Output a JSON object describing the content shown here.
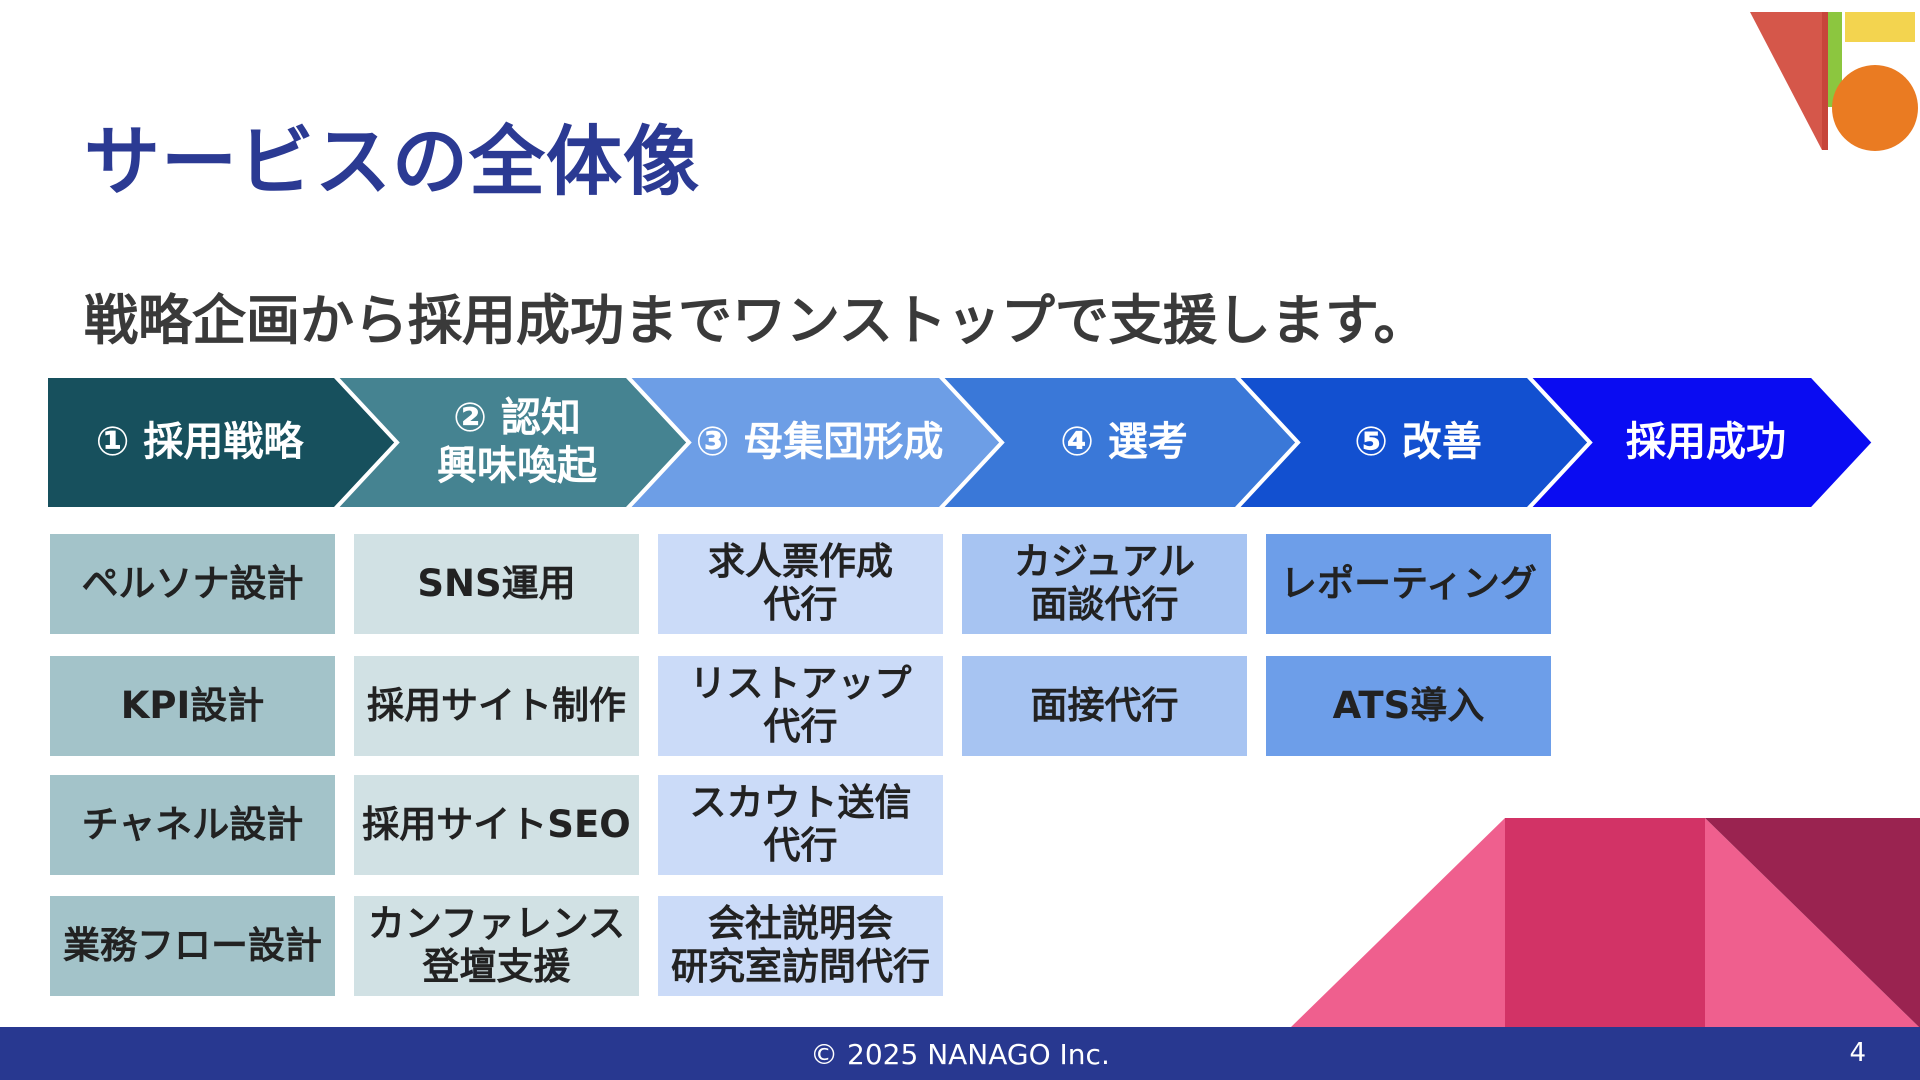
{
  "slide": {
    "title": "サービスの全体像",
    "subtitle": "戦略企画から採用成功までワンストップで支援します。",
    "page_number": "4"
  },
  "flow": {
    "stages": [
      {
        "label": "① 採用戦略",
        "color": "#17505d"
      },
      {
        "label": "② 認知\n興味喚起",
        "color": "#458391"
      },
      {
        "label": "③ 母集団形成",
        "color": "#6d9ee6"
      },
      {
        "label": "④ 選考",
        "color": "#3a78d8"
      },
      {
        "label": "⑤ 改善",
        "color": "#1250d0"
      },
      {
        "label": "採用成功",
        "color": "#0a0cf2"
      }
    ]
  },
  "services": {
    "columns": [
      {
        "color": "#a3c3c9",
        "items": [
          "ペルソナ設計",
          "KPI設計",
          "チャネル設計",
          "業務フロー設計"
        ]
      },
      {
        "color": "#d1e1e4",
        "items": [
          "SNS運用",
          "採用サイト制作",
          "採用サイトSEO",
          "カンファレンス\n登壇支援"
        ]
      },
      {
        "color": "#cbdbf8",
        "items": [
          "求人票作成\n代行",
          "リストアップ\n代行",
          "スカウト送信\n代行",
          "会社説明会\n研究室訪問代行"
        ]
      },
      {
        "color": "#a7c4f2",
        "items": [
          "カジュアル\n面談代行",
          "面接代行"
        ]
      },
      {
        "color": "#6d9ee9",
        "items": [
          "レポーティング",
          "ATS導入"
        ]
      }
    ]
  },
  "footer": {
    "copyright": "© 2025 NANAGO Inc.",
    "background": "#283890"
  },
  "logo": {
    "icon": "nanago-logo-icon"
  },
  "decoration": {
    "colors": [
      "#ef5f8e",
      "#d23366",
      "#9a2350"
    ]
  }
}
